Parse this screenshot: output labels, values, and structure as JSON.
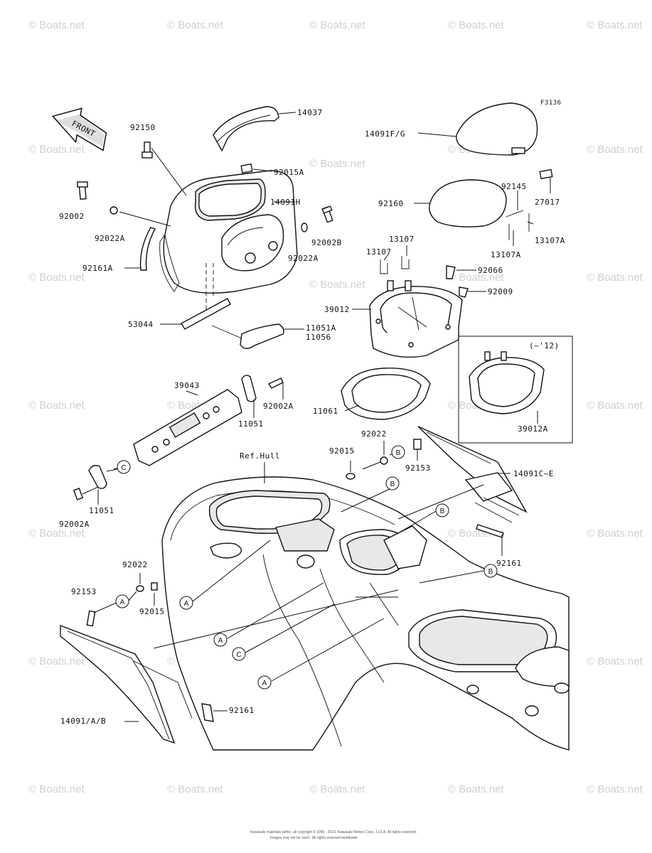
{
  "diagram": {
    "figure_code": "F3136",
    "front_label": "FRONT",
    "variant_label": "(~'12)",
    "ref_hull_label": "Ref.Hull",
    "watermark": "© Boats.net",
    "copyright": "Kawasaki materials within, all copyright © 1995 - 2013, Kawasaki Motors Corp., U.S.A. All rights reserved.",
    "copyright2": "Images may not be used - All rights reserved worldwide.",
    "part_labels": [
      {
        "id": "p14037",
        "text": "14037"
      },
      {
        "id": "p92150",
        "text": "92150"
      },
      {
        "id": "p14091fg",
        "text": "14091F/G"
      },
      {
        "id": "p92015a",
        "text": "92015A"
      },
      {
        "id": "p14091h",
        "text": "14091H"
      },
      {
        "id": "p92002",
        "text": "92002"
      },
      {
        "id": "p92022a_1",
        "text": "92022A"
      },
      {
        "id": "p92002b",
        "text": "92002B"
      },
      {
        "id": "p92022a_2",
        "text": "92022A"
      },
      {
        "id": "p92161a",
        "text": "92161A"
      },
      {
        "id": "p92145",
        "text": "92145"
      },
      {
        "id": "p27017",
        "text": "27017"
      },
      {
        "id": "p92160",
        "text": "92160"
      },
      {
        "id": "p13107_1",
        "text": "13107"
      },
      {
        "id": "p13107_2",
        "text": "13107"
      },
      {
        "id": "p13107a_1",
        "text": "13107A"
      },
      {
        "id": "p13107a_2",
        "text": "13107A"
      },
      {
        "id": "p92066",
        "text": "92066"
      },
      {
        "id": "p92009",
        "text": "92009"
      },
      {
        "id": "p39012",
        "text": "39012"
      },
      {
        "id": "p53044",
        "text": "53044"
      },
      {
        "id": "p11051a",
        "text": "11051A"
      },
      {
        "id": "p11056",
        "text": "11056"
      },
      {
        "id": "p39043",
        "text": "39043"
      },
      {
        "id": "p92002a_1",
        "text": "92002A"
      },
      {
        "id": "p11051_1",
        "text": "11051"
      },
      {
        "id": "p11061",
        "text": "11061"
      },
      {
        "id": "p39012a",
        "text": "39012A"
      },
      {
        "id": "p92022_1",
        "text": "92022"
      },
      {
        "id": "p92015_1",
        "text": "92015"
      },
      {
        "id": "p92153_1",
        "text": "92153"
      },
      {
        "id": "p14091ce",
        "text": "14091C~E"
      },
      {
        "id": "p11051_2",
        "text": "11051"
      },
      {
        "id": "p92002a_2",
        "text": "92002A"
      },
      {
        "id": "p92161_1",
        "text": "92161"
      },
      {
        "id": "p92022_2",
        "text": "92022"
      },
      {
        "id": "p92153_2",
        "text": "92153"
      },
      {
        "id": "p92015_2",
        "text": "92015"
      },
      {
        "id": "p92161_2",
        "text": "92161"
      },
      {
        "id": "p14091ab",
        "text": "14091/A/B"
      }
    ],
    "callouts": [
      "A",
      "B",
      "C"
    ]
  }
}
